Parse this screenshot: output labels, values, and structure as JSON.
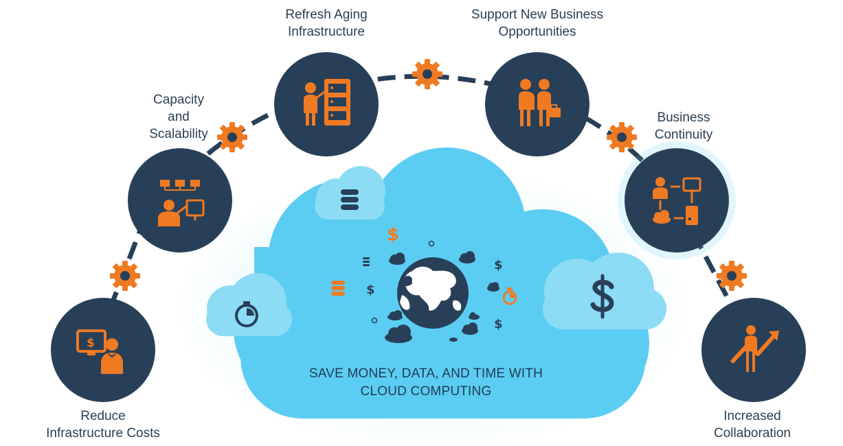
{
  "diagram": {
    "benefits": [
      {
        "id": "reduce-costs",
        "lines": [
          "Reduce",
          "Infrastructure Costs"
        ],
        "icon": "cost-presentation-icon"
      },
      {
        "id": "capacity",
        "lines": [
          "Capacity",
          "and",
          "Scalability"
        ],
        "icon": "network-monitor-icon"
      },
      {
        "id": "refresh",
        "lines": [
          "Refresh Aging",
          "Infrastructure"
        ],
        "icon": "server-rack-icon"
      },
      {
        "id": "business-opps",
        "lines": [
          "Support New Business",
          "Opportunities"
        ],
        "icon": "handshake-icon"
      },
      {
        "id": "continuity",
        "lines": [
          "Business",
          "Continuity"
        ],
        "icon": "workflow-icon"
      },
      {
        "id": "collaboration",
        "lines": [
          "Increased",
          "Collaboration"
        ],
        "icon": "growth-chart-icon"
      }
    ],
    "center_caption": [
      "SAVE MONEY, DATA, AND TIME WITH",
      "CLOUD COMPUTING"
    ],
    "colors": {
      "circle": "#283f58",
      "accent": "#f07a22",
      "cloud": "#5ccdf2",
      "cloud_light": "#8ddcf6",
      "text": "#2a3f52"
    }
  }
}
